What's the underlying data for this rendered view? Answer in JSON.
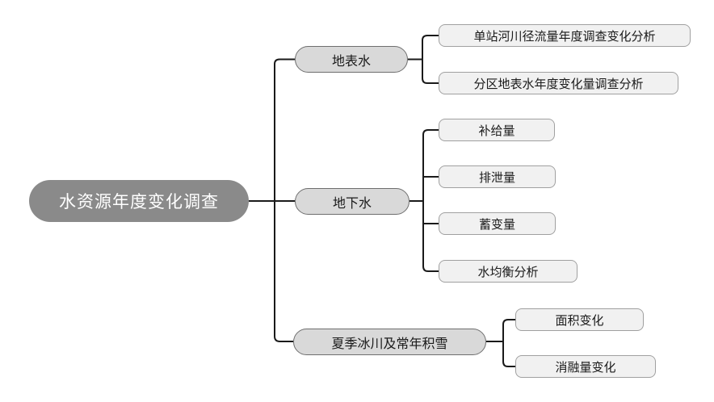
{
  "diagram": {
    "type": "mindmap-tree",
    "root": {
      "label": "水资源年度变化调查"
    },
    "branches": [
      {
        "label": "地表水",
        "children": [
          {
            "label": "单站河川径流量年度调查变化分析"
          },
          {
            "label": "分区地表水年度变化量调查分析"
          }
        ]
      },
      {
        "label": "地下水",
        "children": [
          {
            "label": "补给量"
          },
          {
            "label": "排泄量"
          },
          {
            "label": "蓄变量"
          },
          {
            "label": "水均衡分析"
          }
        ]
      },
      {
        "label": "夏季冰川及常年积雪",
        "children": [
          {
            "label": "面积变化"
          },
          {
            "label": "消融量变化"
          }
        ]
      }
    ]
  },
  "theme": {
    "background": "#FFFFFF",
    "root_fill": "#8A8A8A",
    "root_text": "#FFFFFF",
    "branch_fill": "#D9D9D9",
    "branch_border": "#6E6E6E",
    "leaf_fill": "#F1F1F1",
    "leaf_border": "#A0A0A0",
    "line_color": "#1A1A1A",
    "text_color": "#1A1A1A"
  }
}
